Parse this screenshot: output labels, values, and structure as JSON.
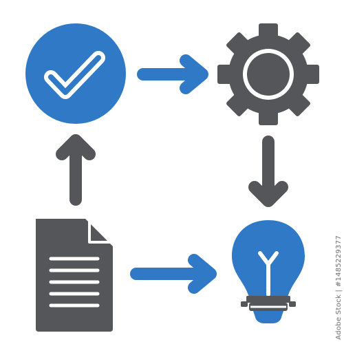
{
  "diagram": {
    "colors": {
      "blue": "#2f79c6",
      "gray": "#54565a",
      "white": "#ffffff"
    },
    "nodes": [
      {
        "id": "approval",
        "icon": "check-circle-icon"
      },
      {
        "id": "process",
        "icon": "gear-icon"
      },
      {
        "id": "document",
        "icon": "document-icon"
      },
      {
        "id": "idea",
        "icon": "lightbulb-icon"
      }
    ],
    "edges": [
      {
        "from": "document",
        "to": "approval"
      },
      {
        "from": "approval",
        "to": "process"
      },
      {
        "from": "process",
        "to": "idea"
      },
      {
        "from": "document",
        "to": "idea"
      }
    ]
  },
  "watermark": {
    "stock_id": "Adobe Stock | #1485229377"
  }
}
